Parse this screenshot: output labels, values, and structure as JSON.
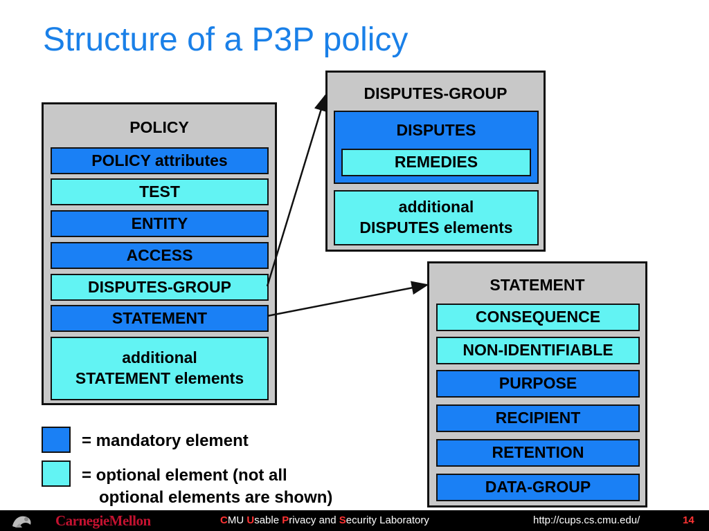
{
  "title": "Structure of a P3P policy",
  "policy": {
    "title": "POLICY",
    "items": [
      {
        "label": "POLICY attributes",
        "kind": "mandatory"
      },
      {
        "label": "TEST",
        "kind": "optional"
      },
      {
        "label": "ENTITY",
        "kind": "mandatory"
      },
      {
        "label": "ACCESS",
        "kind": "mandatory"
      },
      {
        "label": "DISPUTES-GROUP",
        "kind": "optional"
      },
      {
        "label": "STATEMENT",
        "kind": "mandatory"
      },
      {
        "label": "additional\nSTATEMENT elements",
        "kind": "optional"
      }
    ]
  },
  "disputes_group": {
    "title": "DISPUTES-GROUP",
    "disputes": {
      "label": "DISPUTES",
      "kind": "mandatory"
    },
    "remedies": {
      "label": "REMEDIES",
      "kind": "optional"
    },
    "additional": {
      "label": "additional\nDISPUTES elements",
      "kind": "optional"
    }
  },
  "statement": {
    "title": "STATEMENT",
    "items": [
      {
        "label": "CONSEQUENCE",
        "kind": "optional"
      },
      {
        "label": "NON-IDENTIFIABLE",
        "kind": "optional"
      },
      {
        "label": "PURPOSE",
        "kind": "mandatory"
      },
      {
        "label": "RECIPIENT",
        "kind": "mandatory"
      },
      {
        "label": "RETENTION",
        "kind": "mandatory"
      },
      {
        "label": "DATA-GROUP",
        "kind": "mandatory"
      }
    ]
  },
  "legend": {
    "mandatory": "= mandatory element",
    "optional_line1": "= optional element (not all",
    "optional_line2": "optional elements are shown)"
  },
  "colors": {
    "mandatory": "#1a80f5",
    "optional": "#62f3f3",
    "panel": "#c8c8c8",
    "title": "#1a80e8"
  },
  "footer": {
    "logo": "CarnegieMellon",
    "lab_c": "C",
    "lab_mu": "MU ",
    "lab_u": "U",
    "lab_sable": "sable ",
    "lab_p": "P",
    "lab_rivacy": "rivacy and ",
    "lab_s": "S",
    "lab_ecurity": "ecurity Laboratory",
    "url": "http://cups.cs.cmu.edu/",
    "page": "14"
  }
}
